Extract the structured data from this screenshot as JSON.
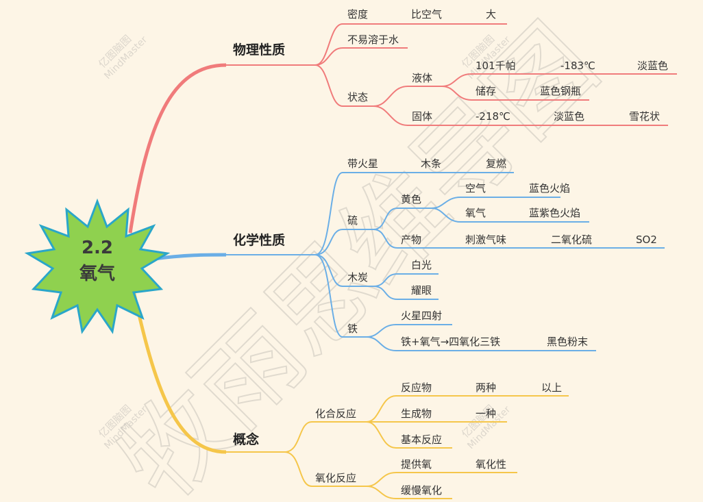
{
  "colors": {
    "background": "#fdf5e6",
    "physical": "#f07b7b",
    "chemical": "#6aaee6",
    "concept": "#f5c64a",
    "center_fill": "#8fd14f",
    "center_stroke": "#2aa6c9"
  },
  "center": {
    "line1": "2.2",
    "line2": "氧气"
  },
  "branches": {
    "physical": {
      "label": "物理性质",
      "density": "密度",
      "density_cmp": "比空气",
      "density_val": "大",
      "insoluble": "不易溶于水",
      "state": "状态",
      "liquid": "液体",
      "liquid_pressure": "101千帕",
      "liquid_temp": "-183℃",
      "liquid_color": "淡蓝色",
      "storage": "储存",
      "storage_val": "蓝色钢瓶",
      "solid": "固体",
      "solid_temp": "-218℃",
      "solid_color": "淡蓝色",
      "solid_shape": "雪花状"
    },
    "chemical": {
      "label": "化学性质",
      "spark": "带火星",
      "spark_obj": "木条",
      "spark_result": "复燃",
      "sulfur": "硫",
      "yellow": "黄色",
      "air": "空气",
      "air_flame": "蓝色火焰",
      "oxygen": "氧气",
      "oxygen_flame": "蓝紫色火焰",
      "product": "产物",
      "product_smell": "刺激气味",
      "product_name": "二氧化硫",
      "product_formula": "SO2",
      "charcoal": "木炭",
      "white_light": "白光",
      "dazzling": "耀眼",
      "iron": "铁",
      "sparks": "火星四射",
      "iron_equation": "铁+氧气→四氧化三铁",
      "black_powder": "黑色粉末"
    },
    "concept": {
      "label": "概念",
      "combination": "化合反应",
      "reactants": "反应物",
      "two_kinds": "两种",
      "or_more": "以上",
      "products": "生成物",
      "one_kind": "一种",
      "basic_reaction": "基本反应",
      "oxidation": "氧化反应",
      "provide_oxygen": "提供氧",
      "oxidizing": "氧化性",
      "slow_oxidation": "缓慢氧化"
    }
  },
  "watermark": {
    "brand_cn": "亿图脑图",
    "brand_en": "MindMaster",
    "big_text": "牧雨思维导图"
  }
}
